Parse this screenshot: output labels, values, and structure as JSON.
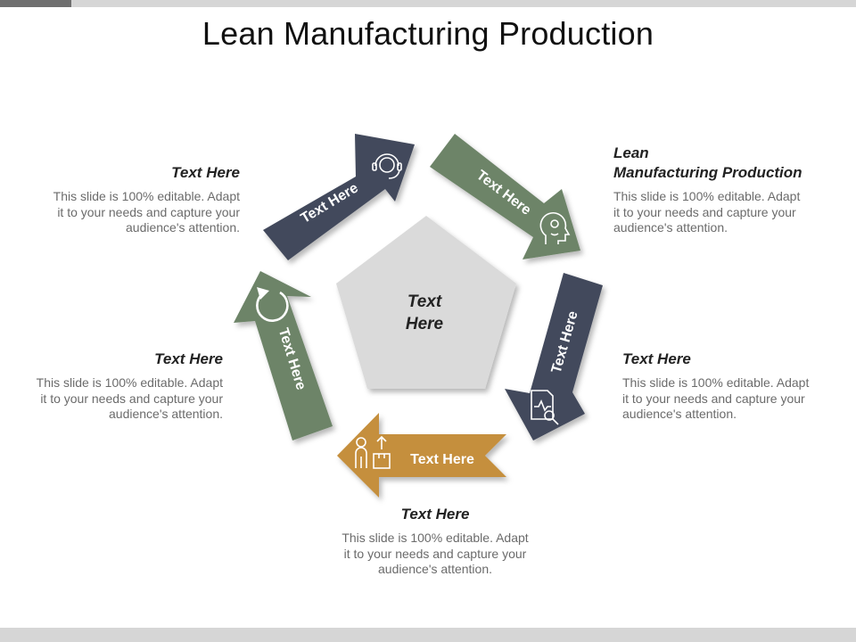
{
  "title": "Lean Manufacturing Production",
  "center_label": [
    "Text",
    "Here"
  ],
  "arrows": {
    "top_left": "Text Here",
    "top_right": "Text Here",
    "right": "Text Here",
    "bottom": "Text Here",
    "left": "Text Here"
  },
  "blocks": {
    "top_left": {
      "heading": "Text Here",
      "body": [
        "This slide is 100% editable. Adapt",
        "it to your needs and capture your",
        "audience's attention."
      ]
    },
    "top_right": {
      "heading": [
        "Lean",
        "Manufacturing Production"
      ],
      "body": [
        "This slide is 100% editable. Adapt",
        "it to your needs and capture your",
        "audience's attention."
      ]
    },
    "mid_left": {
      "heading": "Text Here",
      "body": [
        "This slide is 100% editable. Adapt",
        "it to your needs and capture your",
        "audience's attention."
      ]
    },
    "mid_right": {
      "heading": "Text Here",
      "body": [
        "This slide is 100% editable. Adapt",
        "it to your needs and capture your",
        "audience's attention."
      ]
    },
    "bottom": {
      "heading": "Text Here",
      "body": [
        "This slide is 100% editable. Adapt",
        "it to your needs and capture your",
        "audience's attention."
      ]
    }
  },
  "colors": {
    "navy": "#434a5c",
    "green": "#6d8468",
    "gold": "#c58f3e",
    "pentagon": "#dadada"
  },
  "icons": [
    "headset-icon",
    "head-brain-icon",
    "document-search-icon",
    "person-box-icon",
    "refresh-icon"
  ]
}
